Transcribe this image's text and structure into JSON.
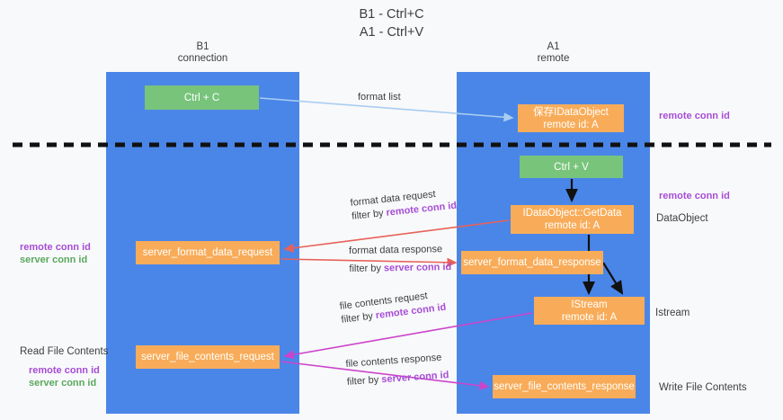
{
  "title": {
    "line1": "B1 - Ctrl+C",
    "line2": "A1 - Ctrl+V"
  },
  "columns": [
    {
      "name": "B1",
      "role": "connection",
      "color": "#4a86e8"
    },
    {
      "name": "A1",
      "role": "remote",
      "color": "#4a86e8"
    }
  ],
  "colors": {
    "column_blue": "#4a86e8",
    "box_green": "#78c47b",
    "box_orange": "#f8ac59",
    "purple_text": "#a64dd6",
    "green_text": "#5aa85e",
    "arrow_blue": "#a9cdf0",
    "arrow_red": "#e8615a",
    "arrow_magenta": "#cc44cc",
    "arrow_black": "#000000",
    "background": "#f8f9fa"
  },
  "boxes": {
    "ctrl_c": {
      "label": "Ctrl + C",
      "style": "green"
    },
    "save_idataobject": {
      "label": "保存IDataObject",
      "sub": "remote id: A",
      "style": "orange"
    },
    "ctrl_v": {
      "label": "Ctrl + V",
      "style": "green"
    },
    "getdata": {
      "label": "IDataObject::GetData",
      "sub": "remote id: A",
      "style": "orange"
    },
    "server_format_data_request": {
      "label": "server_format_data_request",
      "style": "orange"
    },
    "server_format_data_response": {
      "label": "server_format_data_response",
      "style": "orange"
    },
    "istream": {
      "label": "IStream",
      "sub": "remote id: A",
      "style": "orange"
    },
    "server_file_contents_request": {
      "label": "server_file_contents_request",
      "style": "orange"
    },
    "server_file_contents_response": {
      "label": "server_file_contents_response",
      "style": "orange"
    }
  },
  "edge_labels": {
    "format_list": {
      "line1": "format list"
    },
    "format_data_request": {
      "line1": "format data request",
      "prefix": "filter by ",
      "key": "remote conn id"
    },
    "format_data_response": {
      "line1": "format data response",
      "prefix": "filter by ",
      "key": "server conn id"
    },
    "file_contents_request": {
      "line1": "file contents request",
      "prefix": "filter by ",
      "key": "remote conn id"
    },
    "file_contents_response": {
      "line1": "file contents response",
      "prefix": "filter by ",
      "key": "server conn id"
    }
  },
  "annotations": {
    "right": [
      {
        "id": "remote-conn-id-top",
        "text": "remote conn id",
        "color": "purple"
      },
      {
        "id": "remote-conn-id-mid",
        "text": "remote conn id",
        "color": "purple"
      },
      {
        "id": "dataobject",
        "text": "DataObject",
        "color": "plain"
      },
      {
        "id": "istream",
        "text": "Istream",
        "color": "plain"
      },
      {
        "id": "write-file-contents",
        "text": "Write File Contents",
        "color": "plain"
      }
    ],
    "left": [
      {
        "id": "remote-conn-id-left-1",
        "text": "remote conn id",
        "color": "purple"
      },
      {
        "id": "server-conn-id-left-1",
        "text": "server conn id",
        "color": "green"
      },
      {
        "id": "read-file-contents",
        "text": "Read File Contents",
        "color": "plain"
      },
      {
        "id": "remote-conn-id-left-2",
        "text": "remote conn id",
        "color": "purple"
      },
      {
        "id": "server-conn-id-left-2",
        "text": "server conn id",
        "color": "green"
      }
    ]
  },
  "divider": {
    "style": "dashed",
    "color": "#000000"
  }
}
